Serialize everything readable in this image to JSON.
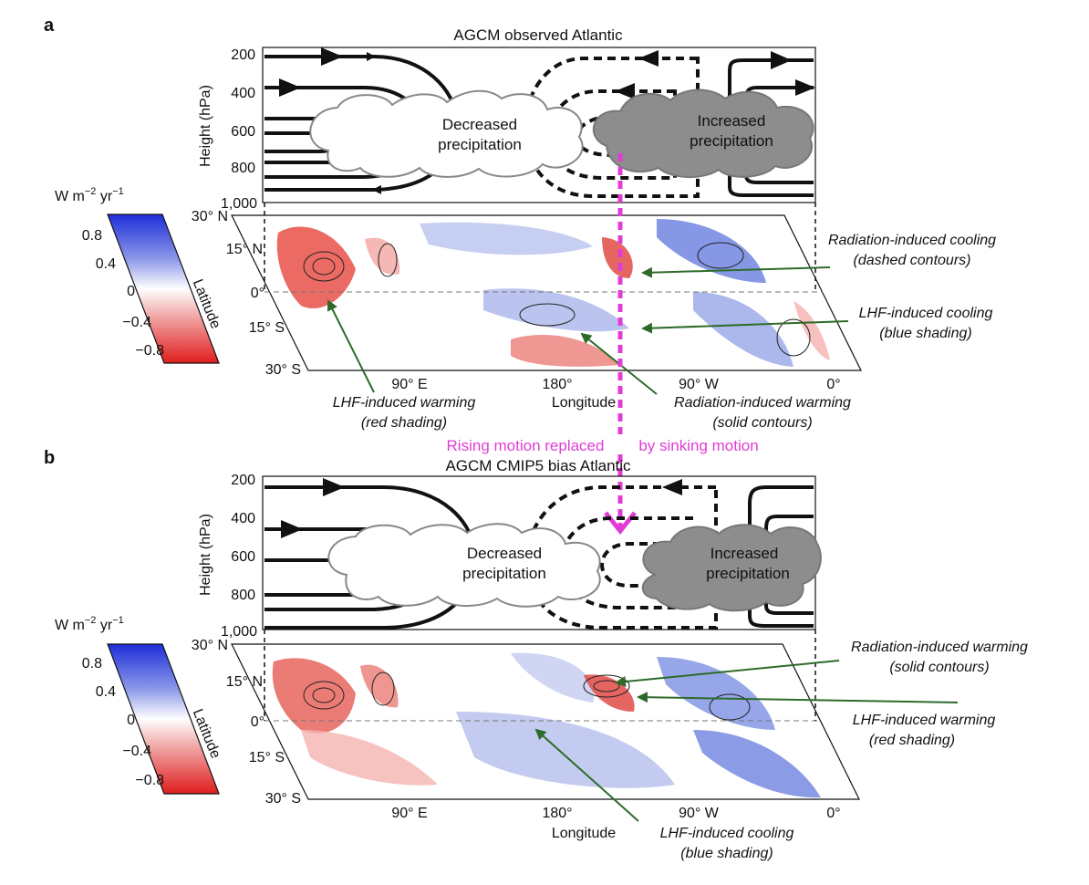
{
  "panels": [
    {
      "letter": "a",
      "title": "AGCM observed Atlantic",
      "height_axis": {
        "label": "Height (hPa)",
        "ticks": [
          "200",
          "400",
          "600",
          "800",
          "1,000"
        ]
      },
      "clouds": {
        "decreased": [
          "Decreased",
          "precipitation"
        ],
        "increased": [
          "Increased",
          "precipitation"
        ]
      },
      "map": {
        "lat_ticks": [
          "30° N",
          "15° N",
          "0°",
          "15° S",
          "30° S"
        ],
        "lon_ticks": [
          "90° E",
          "180°",
          "90° W",
          "0°"
        ],
        "lon_label": "Longitude"
      },
      "colorbar": {
        "unit_base": "W m",
        "unit_exp1": "−2",
        "unit_mid": " yr",
        "unit_exp2": "−1",
        "ticks": [
          "0.8",
          "0.4",
          "0",
          "−0.4",
          "−0.8"
        ],
        "side_label": "Latitude"
      },
      "annotations": [
        {
          "lines": [
            "Radiation-induced cooling",
            "(dashed contours)"
          ]
        },
        {
          "lines": [
            "LHF-induced cooling",
            "(blue shading)"
          ]
        },
        {
          "lines": [
            "LHF-induced warming",
            "(red shading)"
          ]
        },
        {
          "lines": [
            "Radiation-induced warming",
            "(solid contours)"
          ]
        }
      ]
    },
    {
      "letter": "b",
      "title": "AGCM CMIP5 bias Atlantic",
      "height_axis": {
        "label": "Height (hPa)",
        "ticks": [
          "200",
          "400",
          "600",
          "800",
          "1,000"
        ]
      },
      "clouds": {
        "decreased": [
          "Decreased",
          "precipitation"
        ],
        "increased": [
          "Increased",
          "precipitation"
        ]
      },
      "map": {
        "lat_ticks": [
          "30° N",
          "15° N",
          "0°",
          "15° S",
          "30° S"
        ],
        "lon_ticks": [
          "90° E",
          "180°",
          "90° W",
          "0°"
        ],
        "lon_label": "Longitude"
      },
      "colorbar": {
        "unit_base": "W m",
        "unit_exp1": "−2",
        "unit_mid": " yr",
        "unit_exp2": "−1",
        "ticks": [
          "0.8",
          "0.4",
          "0",
          "−0.4",
          "−0.8"
        ],
        "side_label": "Latitude"
      },
      "annotations": [
        {
          "lines": [
            "Radiation-induced warming",
            "(solid contours)"
          ]
        },
        {
          "lines": [
            "LHF-induced warming",
            "(red shading)"
          ]
        },
        {
          "lines": [
            "LHF-induced cooling",
            "(blue shading)"
          ]
        }
      ]
    }
  ],
  "connector_text": [
    "Rising motion replaced",
    "by sinking motion"
  ],
  "colors": {
    "warm": "#e23a36",
    "cool": "#3553d6",
    "arrow_green": "#2e6b2a",
    "connector_magenta": "#e23cd6",
    "cloud_grey": "#8d8d8d"
  }
}
